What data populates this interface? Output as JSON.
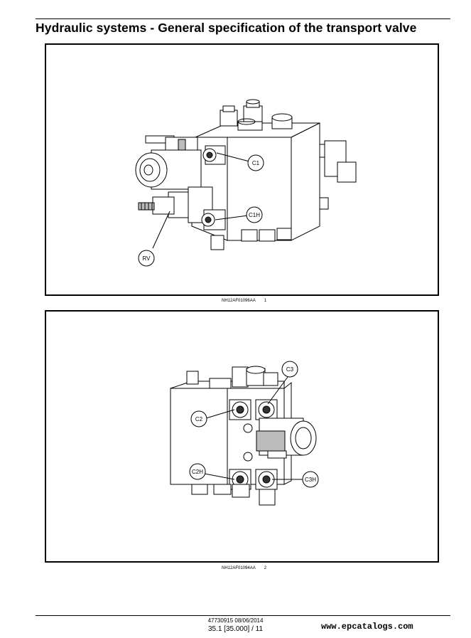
{
  "header": {
    "title": "Hydraulic systems - General specification of the transport valve"
  },
  "figures": [
    {
      "callouts": [
        "C1",
        "C1H",
        "RV"
      ],
      "caption_code": "NH12AF01096AA",
      "caption_number": "1"
    },
    {
      "callouts": [
        "C3",
        "C2",
        "C2H",
        "C3H"
      ],
      "caption_code": "NH12AF01094AA",
      "caption_number": "2"
    }
  ],
  "footer": {
    "doc_ref": "47730915 08/06/2014",
    "page_ref": "35.1 [35.000] / 11",
    "watermark": "www.epcatalogs.com"
  }
}
